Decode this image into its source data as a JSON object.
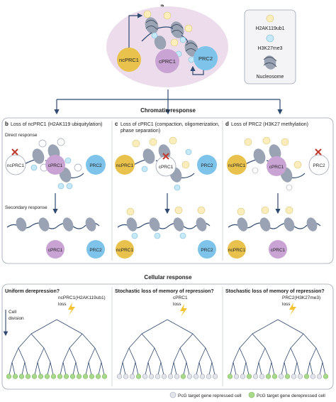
{
  "panel_letters": {
    "a": "a",
    "b": "b",
    "c": "c",
    "d": "d"
  },
  "legend": {
    "h2ak": "H2AK119ub1",
    "h3k": "H3K27me3",
    "nucleosome": "Nucleosome"
  },
  "proteins": {
    "ncprc1": "ncPRC1",
    "cprc1": "cPRC1",
    "prc2": "PRC2"
  },
  "chromatin_response": "Chromatin response",
  "panels": {
    "b_title": "Loss of ncPRC1 (H2AK119 ubiquitylation)",
    "c_title_1": "Loss of cPRC1 (compaction, oligomerization,",
    "c_title_2": "phase separation)",
    "d_title": "Loss of PRC2 (H3K27 methylation)",
    "direct": "Direct response",
    "secondary": "Secondary response"
  },
  "cellular_response": "Cellular response",
  "cell_panels": {
    "p1_title": "Uniform derepression?",
    "p2_title": "Stochastic loss of memory of repression?",
    "p3_title": "Stochastic loss of memory of repression?",
    "p1_loss_1": "ncPRC1(H2AK119ub1)",
    "p2_loss_1": "cPRC1",
    "p3_loss_1": "PRC2(H3K27me3)",
    "loss": "loss",
    "cell_1": "Cell",
    "cell_2": "division"
  },
  "bottom_legend": {
    "repressed": "PcG target gene repressed cell",
    "derepressed": "PcG target gene derepressed cell"
  },
  "colors": {
    "ncprc1": "#e8c24d",
    "cprc1": "#c9a3d3",
    "prc2": "#7ec4ea",
    "ub_mark": "#fbeebb",
    "me_mark": "#c6e9f7",
    "nucleus": "#ecdcec",
    "nucleosome": "#9aa3b3",
    "repressed_cell": "#e3e5ea",
    "derepressed_cell": "#a9d98a",
    "x_mark": "#c0392b"
  }
}
